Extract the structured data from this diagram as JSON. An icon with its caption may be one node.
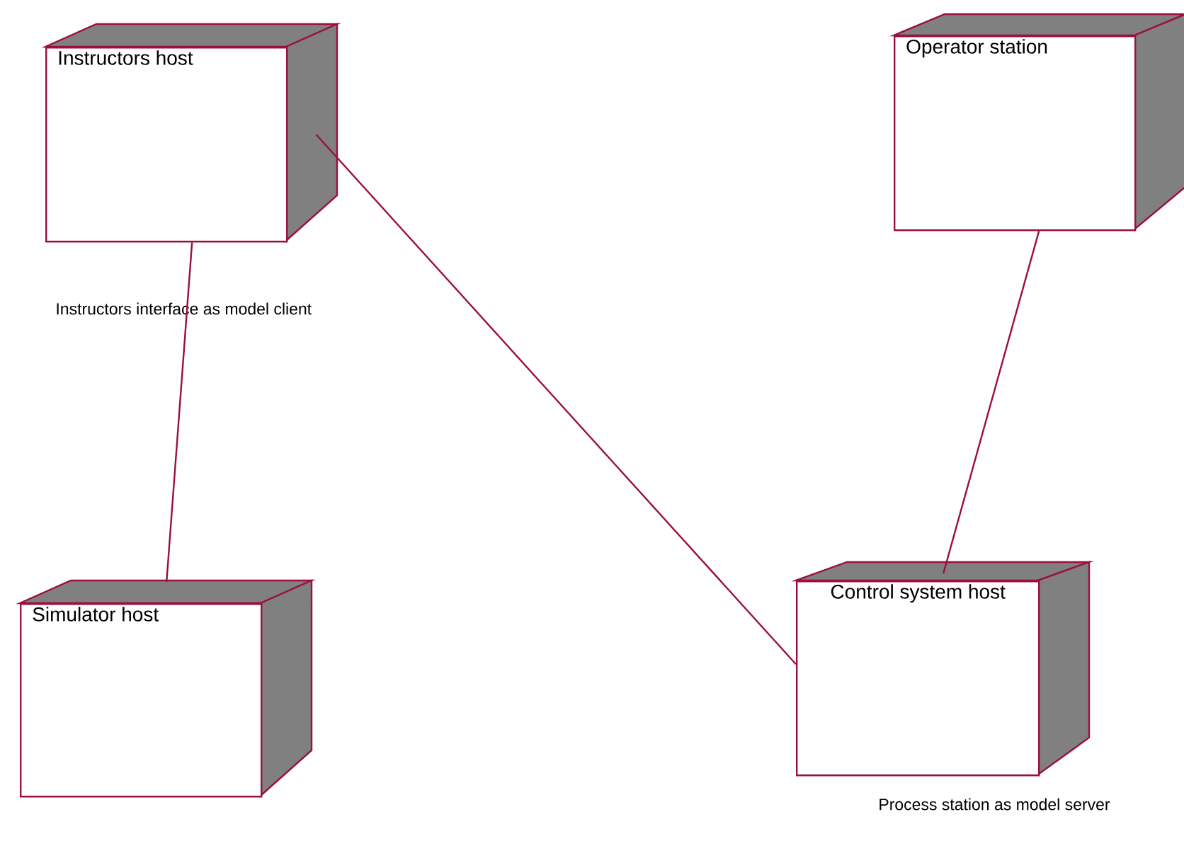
{
  "diagram": {
    "nodes": [
      {
        "text": [
          "Instructors host"
        ],
        "beside": [
          "Instructors interface as model client"
        ]
      },
      {
        "text": [
          "Operator station"
        ]
      },
      {
        "text": [
          "Simulator host"
        ]
      },
      {
        "text": [
          "Control system host"
        ],
        "beside": [
          "Process station as model server"
        ]
      }
    ],
    "edges": [
      {
        "from": 0,
        "to": 2,
        "arrow": "none"
      },
      {
        "from": 0,
        "to": 3,
        "arrow": "none"
      },
      {
        "from": 1,
        "to": 3,
        "arrow": "none"
      }
    ]
  }
}
